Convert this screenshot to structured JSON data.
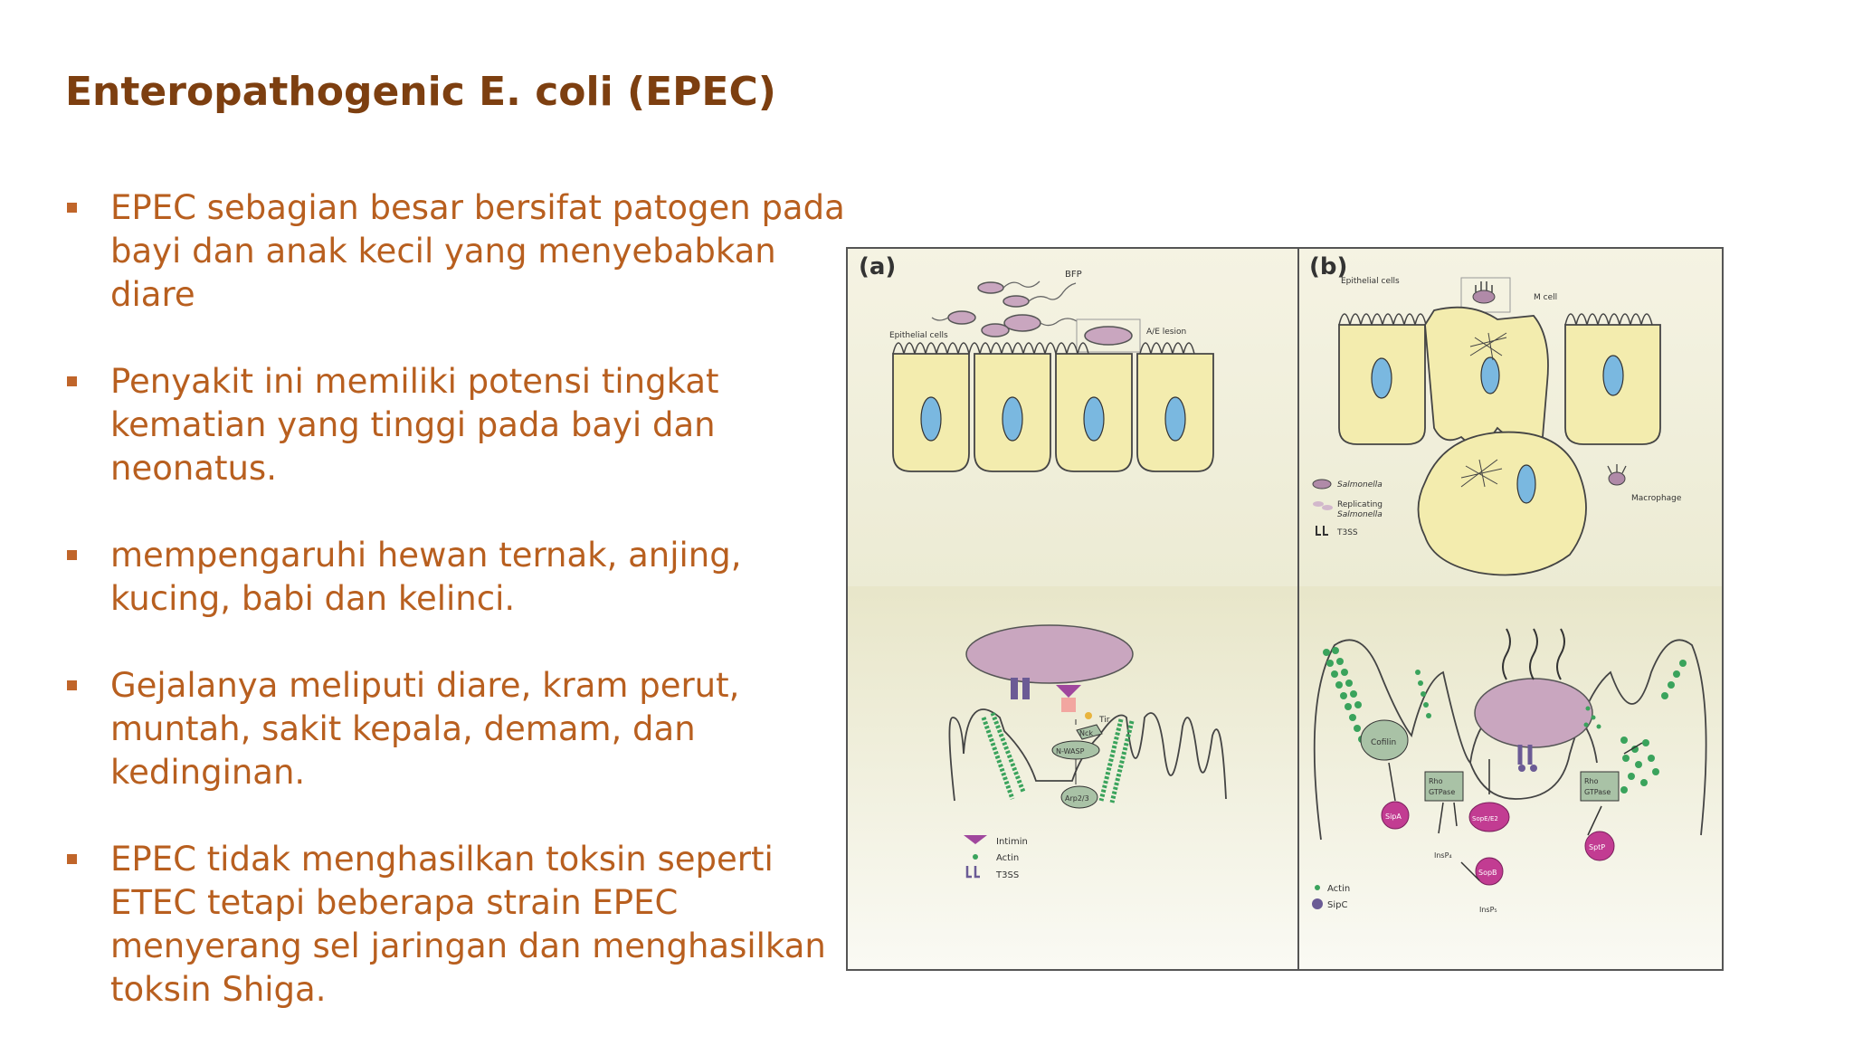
{
  "slide": {
    "title": "Enteropathogenic E. coli (EPEC)",
    "bullets": [
      "EPEC sebagian besar bersifat patogen pada bayi dan anak kecil yang menyebabkan diare",
      "Penyakit ini memiliki potensi tingkat kematian yang tinggi pada bayi dan neonatus.",
      "mempengaruhi hewan ternak, anjing, kucing, babi dan kelinci.",
      "Gejalanya meliputi diare, kram perut, muntah, sakit kepala, demam, dan kedinginan.",
      "EPEC tidak menghasilkan toksin seperti ETEC tetapi beberapa strain EPEC menyerang sel jaringan dan menghasilkan toksin Shiga."
    ]
  },
  "figure": {
    "panel_a": {
      "label": "(a)",
      "bfp": "BFP",
      "epithelial": "Epithelial cells",
      "ae_lesion": "A/E lesion",
      "tir": "Tir",
      "nck": "Nck",
      "nwasp": "N-WASP",
      "arp": "Arp2/3",
      "legend": [
        "Intimin",
        "Actin",
        "T3SS"
      ]
    },
    "panel_b": {
      "label": "(b)",
      "epithelial": "Epithelial cells",
      "mcell": "M cell",
      "macrophage": "Macrophage",
      "legend_top": [
        "Salmonella",
        "Replicating",
        "Salmonella",
        "T3SS"
      ],
      "cofilin": "Cofilin",
      "rho": "Rho",
      "gtpase": "GTPase",
      "sipa": "SipA",
      "sope": "SopE/E2",
      "sopb": "SopB",
      "sptp": "SptP",
      "insp4": "InsP₄",
      "insp5": "InsP₅",
      "legend_bottom": [
        "Actin",
        "SipC"
      ]
    },
    "colors": {
      "cell_fill": "#f3ecae",
      "nucleus": "#7ab8e0",
      "bacterium": "#c9a6bf",
      "actin": "#3aa35c",
      "effector": "#c23c92"
    }
  }
}
